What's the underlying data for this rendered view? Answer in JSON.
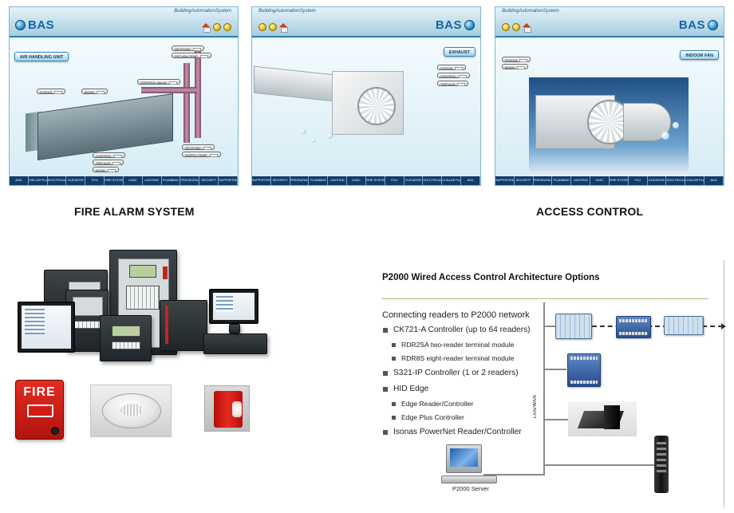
{
  "bas_screens": [
    {
      "system_title": "BuildingAutomationSystem",
      "logo_text": "BAS",
      "screen_title": "AIR HANDLING UNIT",
      "points": [
        "STATUS",
        "MODE",
        "CONTROL VALVE",
        "SETPOINT",
        "RETURN TEMP",
        "SETPOINT",
        "SUPPLY TEMP",
        "CONTROL",
        "TRIP ALM",
        "MODE"
      ],
      "nav": [
        "AHU",
        "CHILLER PLANT",
        "ELECTRICAL",
        "ELEVATOR",
        "FCU",
        "FIRE SYSTEM",
        "HVAC",
        "LIGHTING",
        "PLUMBING",
        "PRESSURIZATION",
        "SECURITY",
        "SUPPORTING"
      ]
    },
    {
      "system_title": "BuildingAutomationSystem",
      "logo_text": "BAS",
      "screen_title": "EXHAUST",
      "points": [
        "STATUS",
        "CONTROL",
        "TRIP ALM"
      ],
      "nav": [
        "AHU",
        "CHILLER PLANT",
        "ELECTRICAL",
        "ELEVATOR",
        "FCU",
        "FIRE SYSTEM",
        "HVAC",
        "LIGHTING",
        "PLUMBING",
        "PRESSURIZATION",
        "SECURITY",
        "SUPPORTING"
      ]
    },
    {
      "system_title": "BuildingAutomationSystem",
      "logo_text": "BAS",
      "screen_title": "INDOOR FAN",
      "points": [
        "STATUS",
        "MODE"
      ],
      "nav": [
        "AHU",
        "CHILLER PLANT",
        "ELECTRICAL",
        "ELEVATOR",
        "FCU",
        "FIRE SYSTEM",
        "HVAC",
        "LIGHTING",
        "PLUMBING",
        "PRESSURIZATION",
        "SECURITY",
        "SUPPORTING"
      ]
    }
  ],
  "headings": {
    "fire_alarm": "FIRE ALARM SYSTEM",
    "access_control": "ACCESS CONTROL"
  },
  "fire_alarm": {
    "pull_station_text": "FIRE"
  },
  "architecture": {
    "title": "P2000 Wired Access Control Architecture Options",
    "subtitle": "Connecting readers to P2000 network",
    "bullets": [
      {
        "level": 1,
        "text": "CK721-A Controller (up to 64 readers)"
      },
      {
        "level": 2,
        "text": "RDR2SA two-reader terminal module"
      },
      {
        "level": 2,
        "text": "RDR8S eight-reader terminal module"
      },
      {
        "level": 1,
        "text": "S321-IP Controller (1 or 2 readers)"
      },
      {
        "level": 1,
        "text": "HID Edge"
      },
      {
        "level": 2,
        "text": "Edge Reader/Controller"
      },
      {
        "level": 2,
        "text": "Edge Plus Controller"
      },
      {
        "level": 1,
        "text": "Isonas PowerNet Reader/Controller"
      }
    ],
    "lan_label": "LAN/WAN",
    "server_label": "P2000 Server"
  }
}
